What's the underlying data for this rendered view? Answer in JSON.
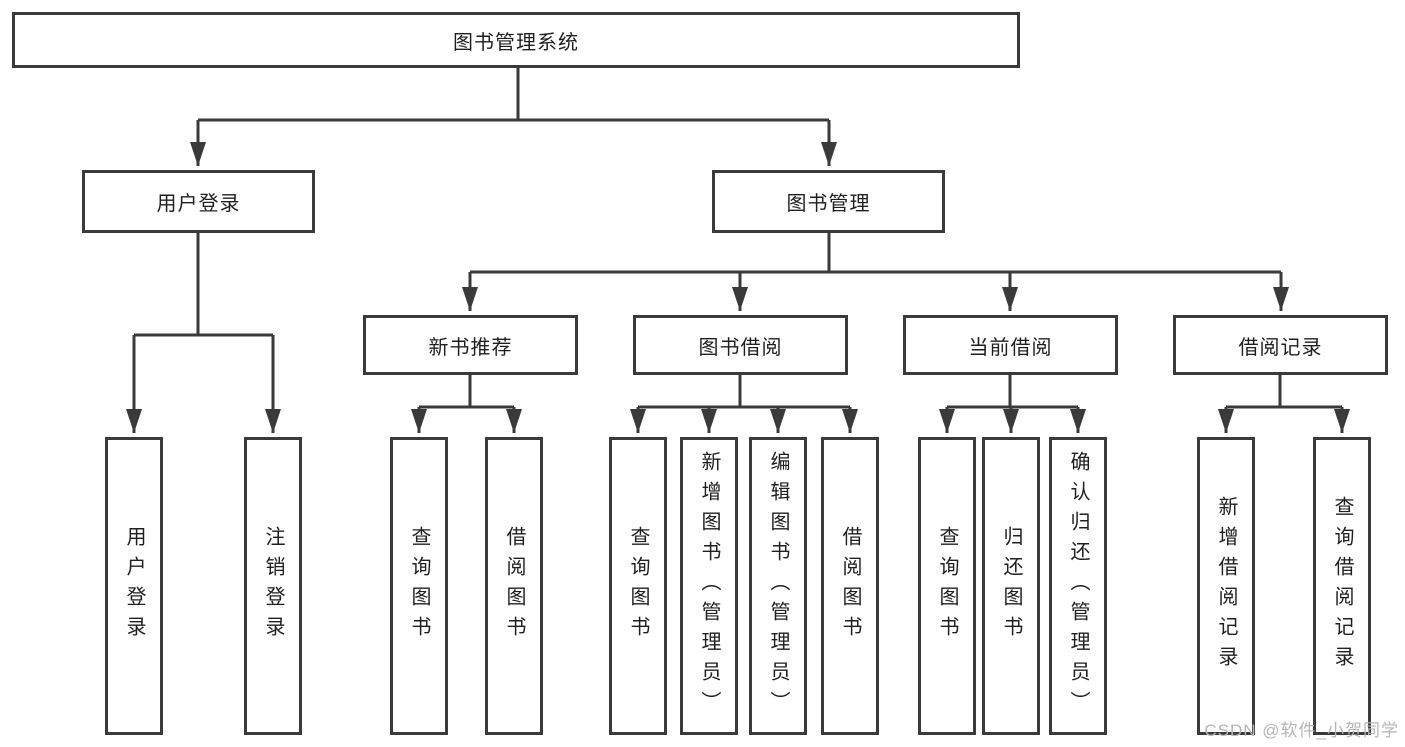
{
  "diagram_type": "org-chart",
  "colors": {
    "line": "#3a3a3a",
    "text": "#1f1f1f",
    "box_bg": "#ffffff",
    "watermark": "#b5b5b5"
  },
  "tree": {
    "label": "图书管理系统",
    "children": [
      {
        "label": "用户登录",
        "children": [
          {
            "label": "用户登录"
          },
          {
            "label": "注销登录"
          }
        ]
      },
      {
        "label": "图书管理",
        "children": [
          {
            "label": "新书推荐",
            "children": [
              {
                "label": "查询图书"
              },
              {
                "label": "借阅图书"
              }
            ]
          },
          {
            "label": "图书借阅",
            "children": [
              {
                "label": "查询图书"
              },
              {
                "label": "新增图书（管理员）"
              },
              {
                "label": "编辑图书（管理员）"
              },
              {
                "label": "借阅图书"
              }
            ]
          },
          {
            "label": "当前借阅",
            "children": [
              {
                "label": "查询图书"
              },
              {
                "label": "归还图书"
              },
              {
                "label": "确认归还（管理员）"
              }
            ]
          },
          {
            "label": "借阅记录",
            "children": [
              {
                "label": "新增借阅记录"
              },
              {
                "label": "查询借阅记录"
              }
            ]
          }
        ]
      }
    ]
  },
  "watermark": {
    "text": "CSDN @软件_小贺同学"
  }
}
